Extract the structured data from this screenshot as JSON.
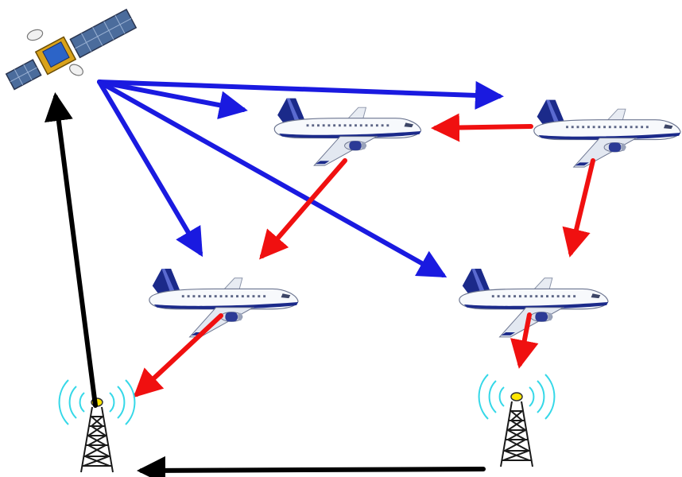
{
  "colors": {
    "satellite_link": "#1a1ae0",
    "air_to_air_link": "#f01010",
    "ground_link": "#000000",
    "radio_wave": "#35d8e8",
    "aircraft_stripe": "#1b2a8a"
  },
  "nodes": {
    "satellite": {
      "icon": "satellite-icon"
    },
    "aircraft": [
      "aircraft-top-center",
      "aircraft-top-right",
      "aircraft-bottom-left",
      "aircraft-bottom-right"
    ],
    "ground_stations": [
      "ground-station-left",
      "ground-station-right"
    ]
  },
  "links": [
    {
      "type": "satellite_link",
      "from": "satellite",
      "to": "aircraft-top-center"
    },
    {
      "type": "satellite_link",
      "from": "satellite",
      "to": "aircraft-top-right"
    },
    {
      "type": "satellite_link",
      "from": "satellite",
      "to": "aircraft-bottom-left"
    },
    {
      "type": "satellite_link",
      "from": "satellite",
      "to": "aircraft-bottom-right"
    },
    {
      "type": "air_to_air_link",
      "from": "aircraft-top-right",
      "to": "aircraft-top-center"
    },
    {
      "type": "air_to_air_link",
      "from": "aircraft-top-center",
      "to": "aircraft-bottom-left"
    },
    {
      "type": "air_to_air_link",
      "from": "aircraft-top-right",
      "to": "aircraft-bottom-right"
    },
    {
      "type": "air_to_air_link",
      "from": "aircraft-bottom-left",
      "to": "ground-station-left"
    },
    {
      "type": "air_to_air_link",
      "from": "aircraft-bottom-right",
      "to": "ground-station-right"
    },
    {
      "type": "ground_link",
      "from": "ground-station-left",
      "to": "satellite"
    },
    {
      "type": "ground_link",
      "from": "ground-station-right",
      "to": "ground-station-left"
    }
  ]
}
